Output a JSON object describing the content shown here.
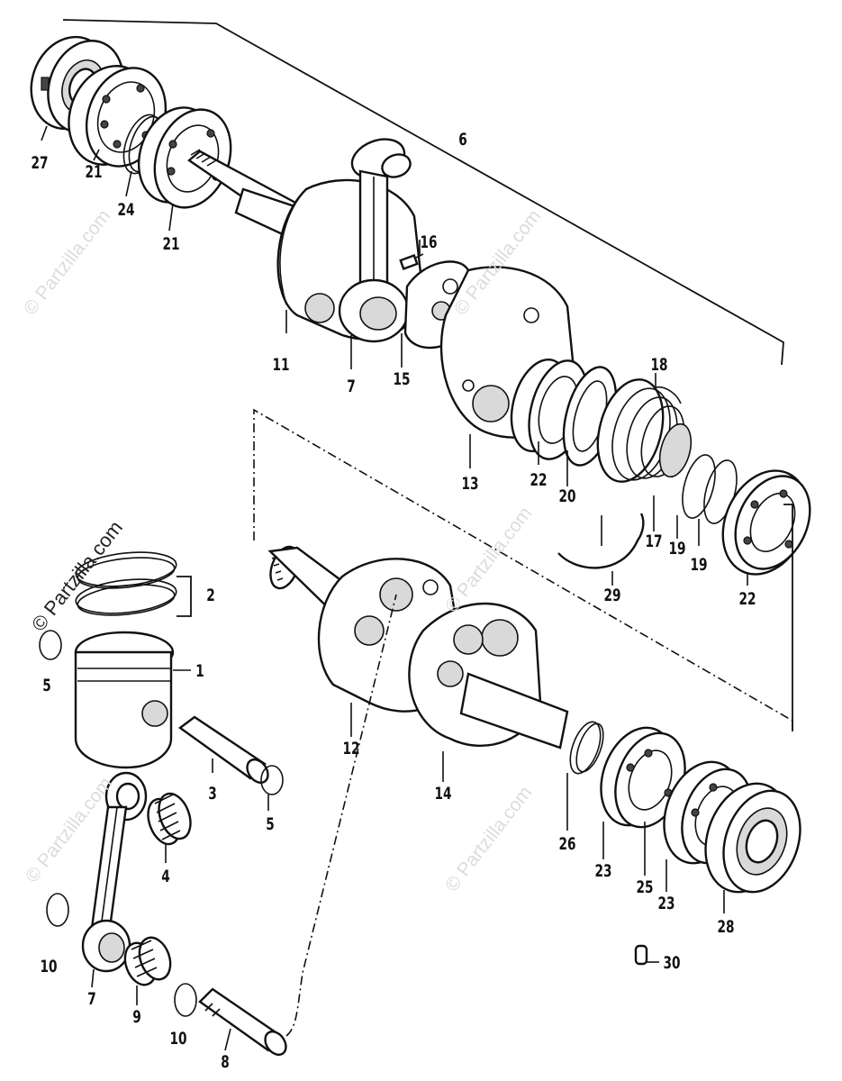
{
  "watermark": {
    "text": "© Partzilla.com"
  },
  "callouts": {
    "c1": "1",
    "c2": "2",
    "c3": "3",
    "c4": "4",
    "c5a": "5",
    "c5b": "5",
    "c6": "6",
    "c7a": "7",
    "c7b": "7",
    "c8": "8",
    "c9": "9",
    "c10a": "10",
    "c10b": "10",
    "c11": "11",
    "c12": "12",
    "c13": "13",
    "c14": "14",
    "c15": "15",
    "c16": "16",
    "c17": "17",
    "c18": "18",
    "c19a": "19",
    "c19b": "19",
    "c20": "20",
    "c21a": "21",
    "c21b": "21",
    "c22a": "22",
    "c22b": "22",
    "c23a": "23",
    "c23b": "23",
    "c24": "24",
    "c25": "25",
    "c26": "26",
    "c27": "27",
    "c28": "28",
    "c29": "29",
    "c30": "30"
  }
}
